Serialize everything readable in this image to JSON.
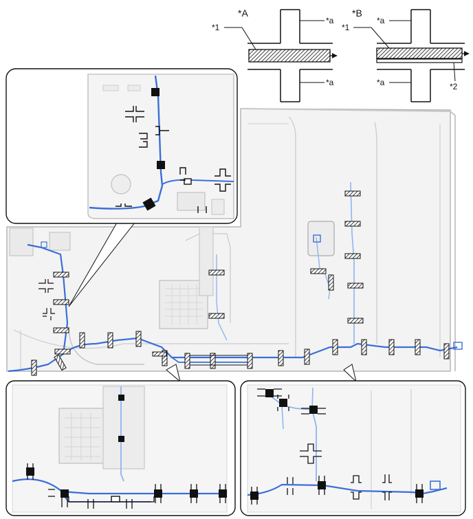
{
  "legend": {
    "a": {
      "title": "*A",
      "callout_1": "*1",
      "callout_a_top": "*a",
      "callout_a_bottom": "*a"
    },
    "b": {
      "title": "*B",
      "callout_1": "*1",
      "callout_a_top": "*a",
      "callout_a_bottom": "*a",
      "callout_2": "*2"
    }
  },
  "colors": {
    "harness": "#3a6fd8",
    "harness_light": "#8fb4f0",
    "outline": "#bdbdbd",
    "body_fill": "#f2f2f2",
    "tape": "#111111"
  }
}
